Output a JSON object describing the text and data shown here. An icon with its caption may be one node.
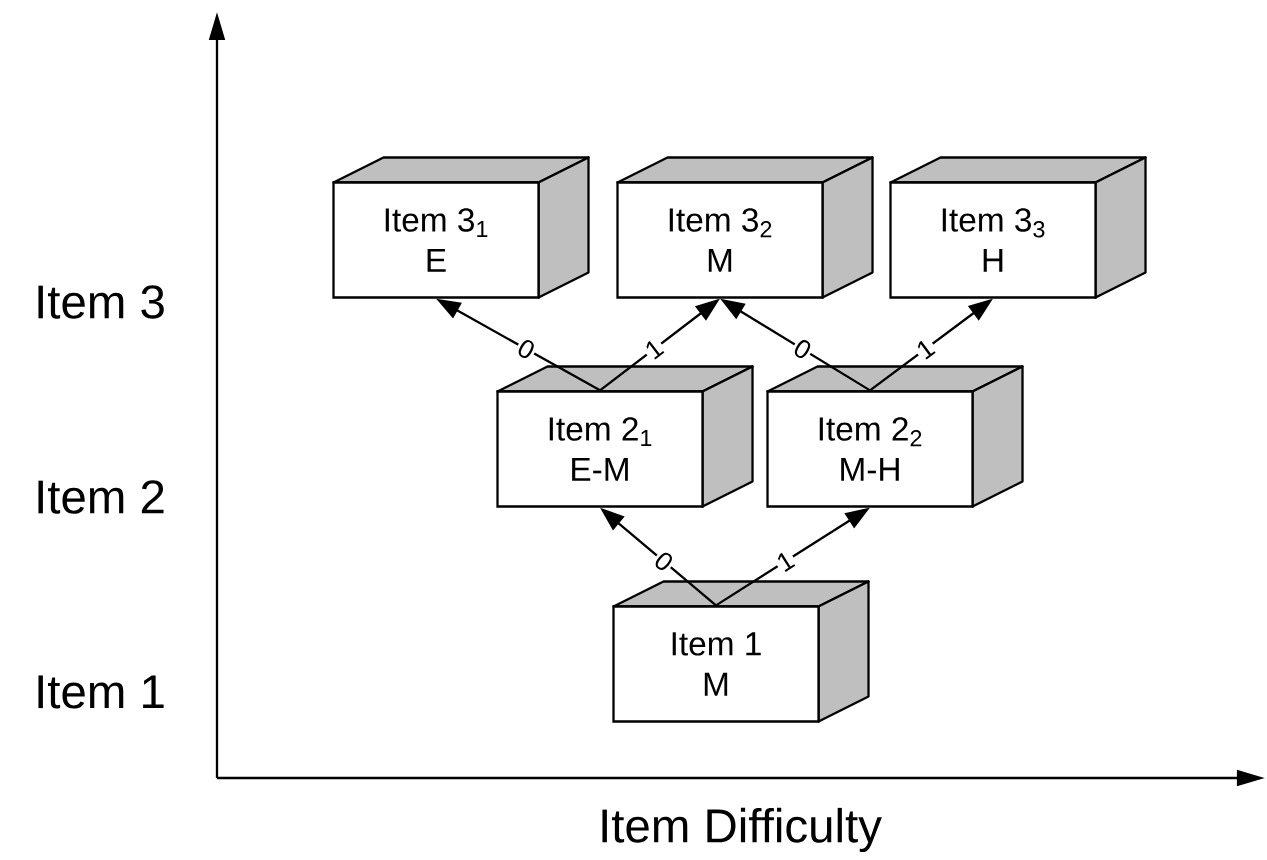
{
  "diagram": {
    "nodes": [
      {
        "text": [
          "Item 3$_{1}$",
          "E"
        ]
      },
      {
        "text": [
          "Item 3$_{2}$",
          "M"
        ]
      },
      {
        "text": [
          "Item 3$_{3}$",
          "H"
        ]
      },
      {
        "text": [
          "Item 2$_{1}$",
          "E-M"
        ]
      },
      {
        "text": [
          "Item 2$_{2}$",
          "M-H"
        ]
      },
      {
        "text": [
          "Item 1",
          "M"
        ]
      }
    ],
    "edges": [
      {
        "from": 5,
        "to": 3,
        "arrow": "to",
        "label": "0"
      },
      {
        "from": 5,
        "to": 4,
        "arrow": "to",
        "label": "1"
      },
      {
        "from": 3,
        "to": 0,
        "arrow": "to",
        "label": "0"
      },
      {
        "from": 3,
        "to": 1,
        "arrow": "to",
        "label": "1"
      },
      {
        "from": 4,
        "to": 1,
        "arrow": "to",
        "label": "0"
      },
      {
        "from": 4,
        "to": 2,
        "arrow": "to",
        "label": "1"
      }
    ],
    "labels": [
      "Item 3",
      "Item 2",
      "Item 1",
      "Item Difficulty"
    ]
  }
}
